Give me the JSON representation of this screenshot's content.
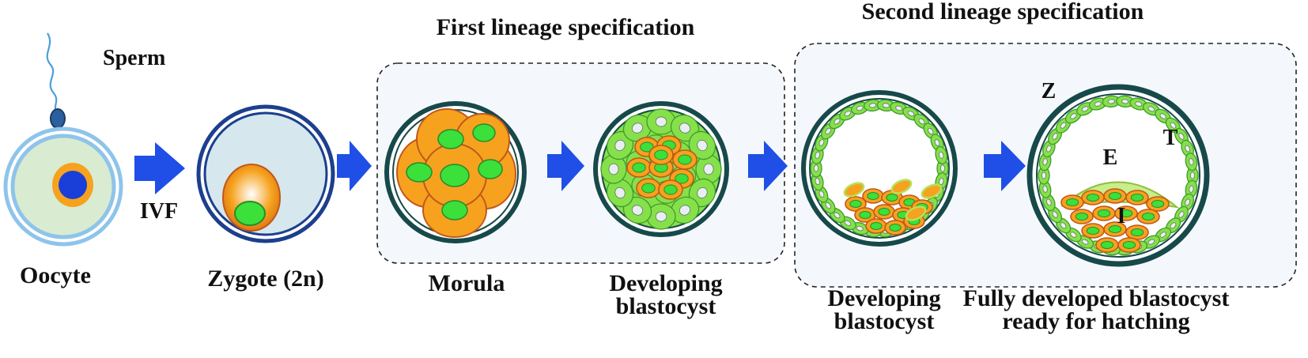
{
  "headings": {
    "first": "First lineage specification",
    "second": "Second lineage specification"
  },
  "labels": {
    "sperm": "Sperm",
    "ivf": "IVF",
    "oocyte": "Oocyte",
    "zygote": "Zygote (2n)",
    "morula": "Morula",
    "developing1_line1": "Developing",
    "developing1_line2": "blastocyst",
    "developing2_line1": "Developing",
    "developing2_line2": "blastocyst",
    "fully_line1": "Fully developed blastocyst",
    "fully_line2": "ready for hatching",
    "z": "Z",
    "t": "T",
    "e": "E",
    "i": "I"
  },
  "colors": {
    "arrow": "#1f4fe6",
    "orange": "#f6a21e",
    "orange_edge": "#c2571a",
    "green": "#3be03b",
    "green_edge": "#2a8a2a",
    "light_green": "#86e04a",
    "zona_dark": "#17494a",
    "zona_blue": "#1c3f8e",
    "oocyte_ring": "#8fc4ea",
    "oocyte_fill": "#d9ecd2",
    "nucleus_blue": "#1a3fd8",
    "fluid": "#ffffff",
    "box_fill": "#f4f8fc"
  },
  "icons": [
    "sperm-icon",
    "right-arrow-icon"
  ]
}
